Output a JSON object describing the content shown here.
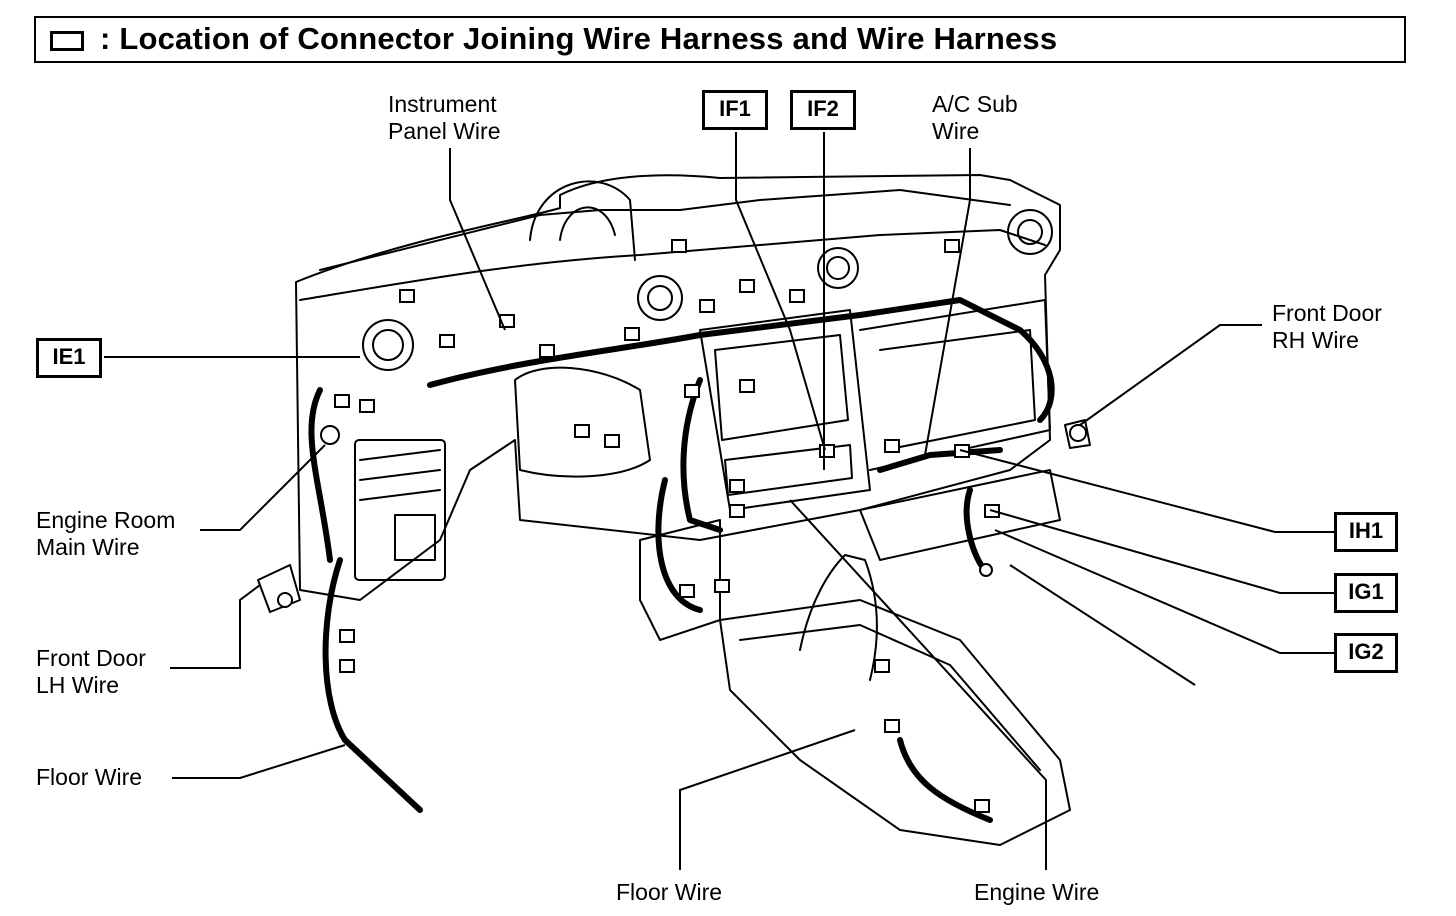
{
  "title": {
    "symbol": "connector-box-symbol",
    "text": ": Location of Connector Joining Wire Harness and Wire Harness"
  },
  "labels": {
    "instrument_panel_wire": [
      "Instrument",
      "Panel Wire"
    ],
    "ac_sub_wire": [
      "A/C Sub",
      "Wire"
    ],
    "front_door_rh_wire": [
      "Front Door",
      "RH Wire"
    ],
    "engine_room_main_wire": [
      "Engine Room",
      "Main Wire"
    ],
    "front_door_lh_wire": [
      "Front Door",
      "LH Wire"
    ],
    "floor_wire_left": "Floor Wire",
    "floor_wire_bottom": "Floor Wire",
    "engine_wire": "Engine Wire"
  },
  "connector_codes": {
    "IF1": "IF1",
    "IF2": "IF2",
    "IE1": "IE1",
    "IH1": "IH1",
    "IG1": "IG1",
    "IG2": "IG2"
  }
}
